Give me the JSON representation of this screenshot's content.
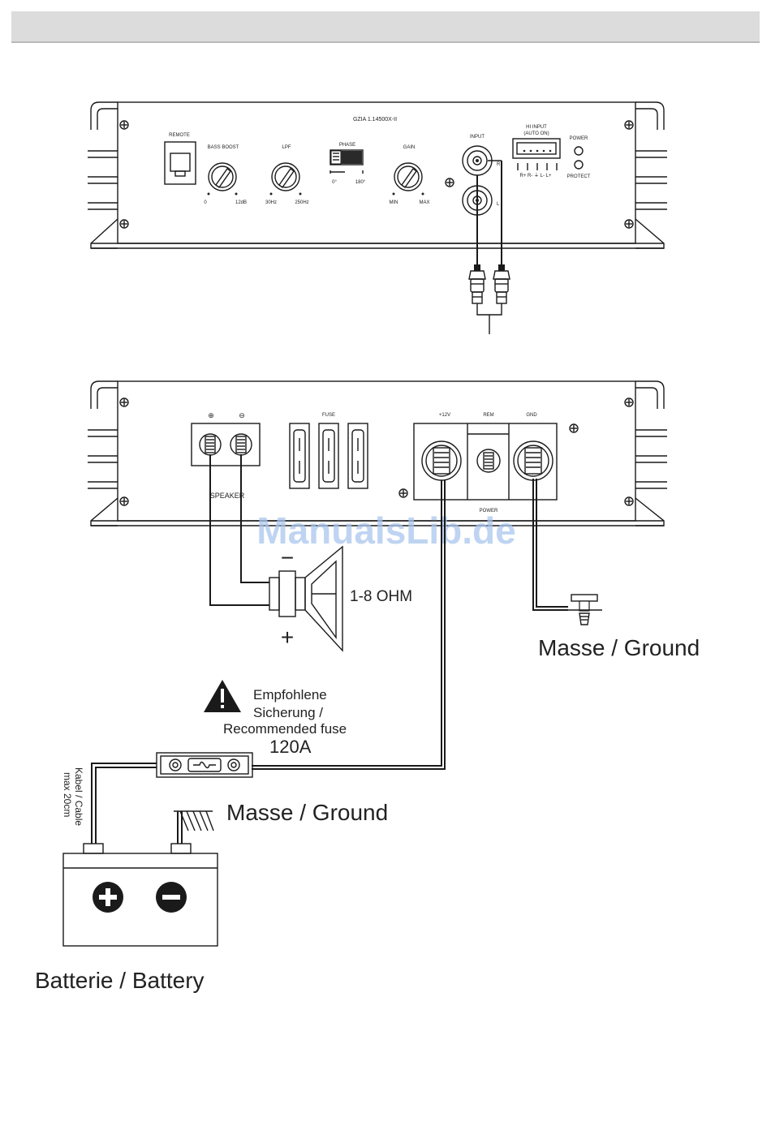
{
  "top_panel": {
    "model": "GZIA 1.14500X-II",
    "remote": "REMOTE",
    "bass_boost": "BASS BOOST",
    "bass_min": "0",
    "bass_max": "12dB",
    "lpf": "LPF",
    "lpf_min": "30Hz",
    "lpf_max": "250Hz",
    "phase": "PHASE",
    "phase_0": "0°",
    "phase_180": "180°",
    "gain": "GAIN",
    "gain_min": "MIN",
    "gain_max": "MAX",
    "input": "INPUT",
    "input_r": "R",
    "input_l": "L",
    "hi_input": "HI INPUT",
    "hi_input_sub": "(AUTO ON)",
    "hi_pins": "R+ R- ⏚ L- L+",
    "power": "POWER",
    "protect": "PROTECT"
  },
  "bottom_panel": {
    "plus_symbol": "⊕",
    "minus_symbol": "⊖",
    "speaker": "SPEAKER",
    "fuse": "FUSE",
    "plus12": "+12V",
    "rem": "REM",
    "gnd": "GND",
    "power": "POWER"
  },
  "watermark": "ManualsLib.de",
  "speaker": {
    "minus": "−",
    "plus": "+",
    "impedance": "1-8 OHM"
  },
  "ground_right": "Masse / Ground",
  "fuse_note": {
    "line1": "Empfohlene",
    "line2": "Sicherung /",
    "line3": "Recommended fuse",
    "rating": "120A"
  },
  "cable_note": {
    "line1": "Kabel / Cable",
    "line2": "max 20cm"
  },
  "ground_battery": "Masse / Ground",
  "battery_label": "Batterie / Battery"
}
